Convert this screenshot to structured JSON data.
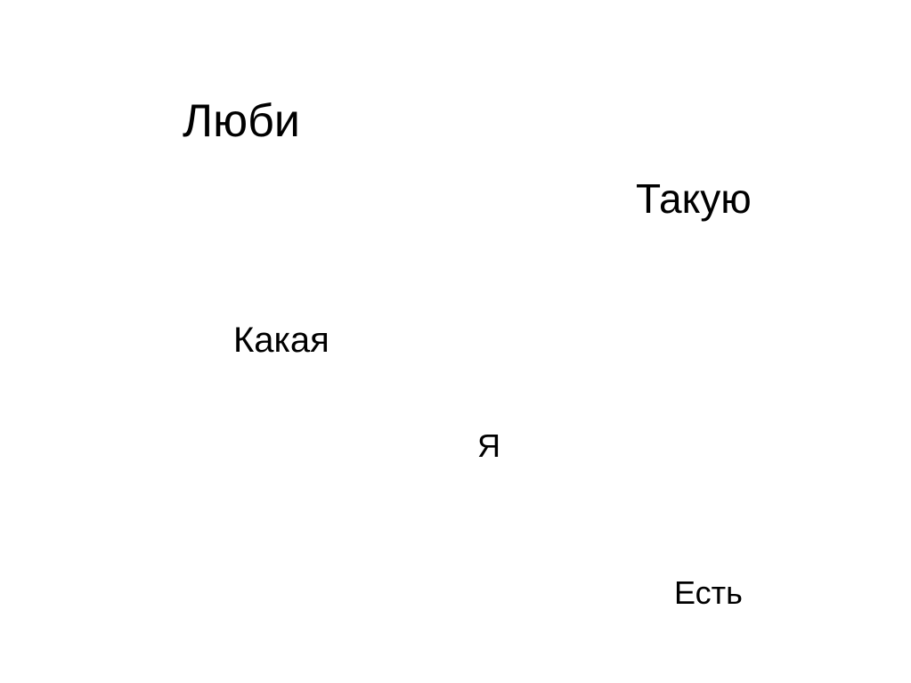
{
  "slide": {
    "background_color": "#ffffff",
    "text_color": "#000000",
    "words": [
      "Люби",
      "Такую",
      "Какая",
      "Я",
      "Есть"
    ]
  }
}
